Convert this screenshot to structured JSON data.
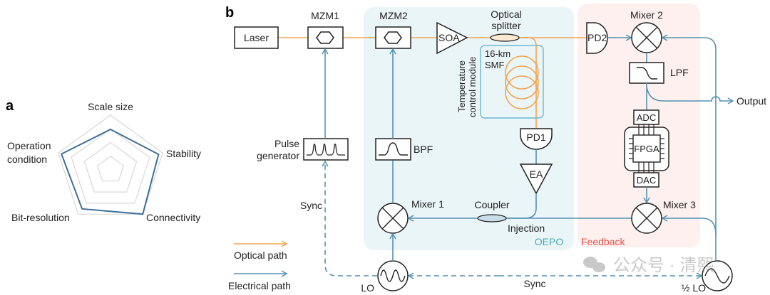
{
  "panel_a": {
    "letter": "a",
    "axes": [
      "Scale size",
      "Stability",
      "Connectivity",
      "Bit-resolution",
      "Operation condition"
    ],
    "operation_lines": [
      "Operation",
      "condition"
    ],
    "values": [
      0.74,
      0.92,
      1.0,
      0.88,
      0.94
    ],
    "rings": 4,
    "series_color": "#3f6f9a"
  },
  "panel_b": {
    "letter": "b",
    "laser": "Laser",
    "mzm1": "MZM1",
    "mzm2": "MZM2",
    "soa": "SOA",
    "splitter": [
      "Optical",
      "splitter"
    ],
    "fiber": [
      "16-km",
      "SMF"
    ],
    "temperature": [
      "Temperature",
      "control module"
    ],
    "pd1": "PD1",
    "pd2": "PD2",
    "ea": "EA",
    "coupler": "Coupler",
    "injection": "Injection",
    "mixer1": "Mixer 1",
    "mixer2": "Mixer 2",
    "mixer3": "Mixer 3",
    "bpf": "BPF",
    "lpf": "LPF",
    "adc": "ADC",
    "fpga": "FPGA",
    "dac": "DAC",
    "output": "Output",
    "pulse_generator": [
      "Pulse",
      "generator"
    ],
    "sync_left": "Sync",
    "sync_bottom": "Sync",
    "lo": "LO",
    "half_lo": "½ LO",
    "oepo": "OEPO",
    "feedback": "Feedback",
    "legend": {
      "optical": "Optical path",
      "electrical": "Electrical path"
    },
    "colors": {
      "optical": "#f3a552",
      "electrical": "#5592b3",
      "oepo_bg": "#eaf5f7",
      "feedback_bg": "#fdf0ef",
      "oepo_text": "#4aa9b3",
      "feedback_text": "#e0574c"
    }
  },
  "watermark": "公众号 · 清熙"
}
